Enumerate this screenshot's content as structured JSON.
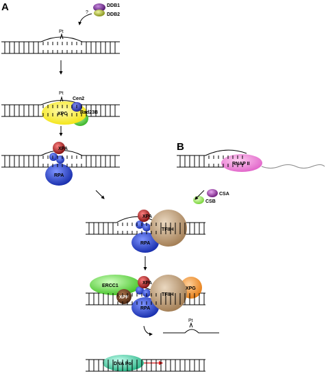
{
  "panels": {
    "a": "A",
    "b": "B"
  },
  "labels": {
    "ddb1": "DDB1",
    "ddb2": "DDB2",
    "question": "?",
    "pt": "Pt",
    "cen2": "Cen2",
    "xpc": "XPC",
    "rad23b": "Rad23B",
    "xpa": "XPA",
    "rpa": "RPA",
    "rnap2": "RNAP II",
    "csa": "CSA",
    "csb": "CSB",
    "tfiih": "TFIIH",
    "ercc1": "ERCC1",
    "xpf": "XPF",
    "xpg": "XPG",
    "dna_pol": "DNA Pol"
  },
  "colors": {
    "ddb1": "#6b1a8a",
    "ddb2": "#b5c21e",
    "xpc": "#fff200",
    "cen2": "#2233cc",
    "rad23b": "#55e040",
    "xpa": "#b51a1a",
    "rpa": "#1f3fd6",
    "tfiih": "#c4a07a",
    "ercc1": "#5fe03a",
    "xpf": "#6b3a1a",
    "xpg": "#f5901e",
    "rnap2": "#ef7ad8",
    "csa": "#9a2aa8",
    "csb": "#7fe04a",
    "dna_pol": "#3cd3a0",
    "synthesis_arrow": "#dd1111"
  }
}
